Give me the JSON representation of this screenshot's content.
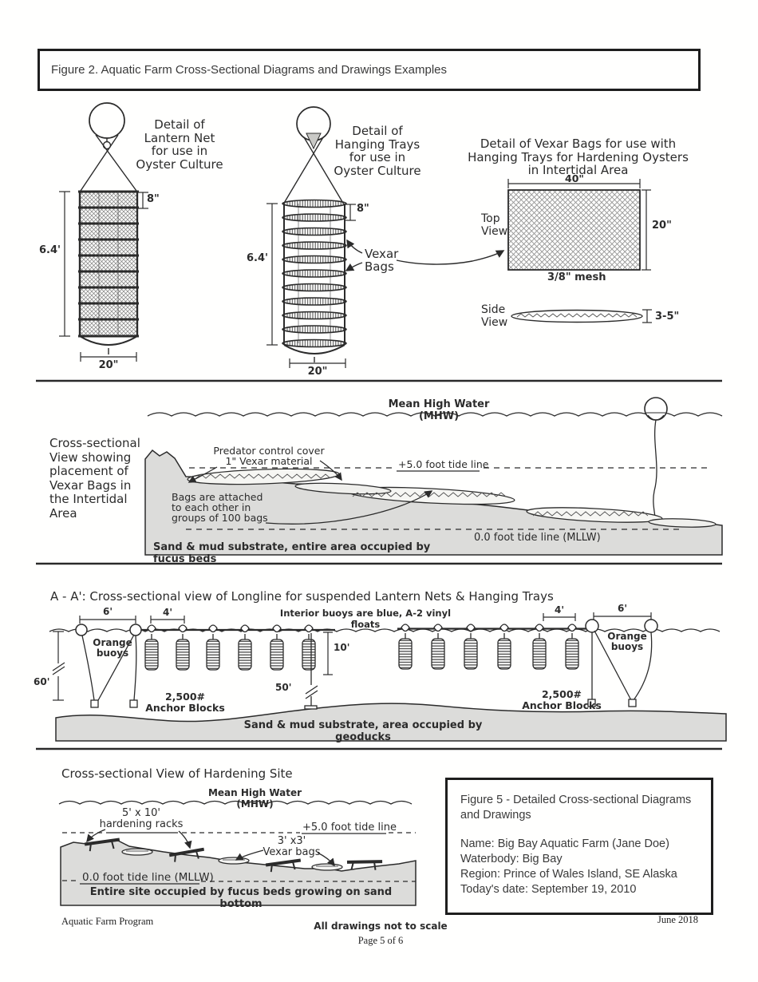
{
  "title_bar": {
    "text": "Figure 2. Aquatic Farm Cross-Sectional Diagrams and Drawings Examples"
  },
  "section1": {
    "lantern": {
      "caption": "Detail of\nLantern Net\nfor use in\nOyster Culture",
      "dim_segment": "8\"",
      "dim_height": "6.4'",
      "dim_width": "20\""
    },
    "trays": {
      "caption": "Detail of\nHanging Trays\nfor use in\nOyster Culture",
      "dim_segment": "8\"",
      "dim_height": "6.4'",
      "dim_width": "20\"",
      "vexar_label": "Vexar\nBags"
    },
    "vexar": {
      "caption": "Detail of Vexar Bags for use with\nHanging Trays for Hardening Oysters\nin Intertidal Area",
      "dim_width": "40\"",
      "dim_height": "20\"",
      "top_view_label": "Top\nView",
      "mesh_label": "3/8\" mesh",
      "side_view_label": "Side\nView",
      "side_thickness": "3-5\""
    }
  },
  "intertidal": {
    "mhw": "Mean High Water (MHW)",
    "caption": "Cross-sectional\nView showing\nplacement of\nVexar Bags in\nthe Intertidal\nArea",
    "predator": "Predator control cover\n1\" Vexar material",
    "tide5": "+5.0 foot tide line",
    "bags_note": "Bags are attached\nto each other in\ngroups of 100 bags",
    "tide0": "0.0 foot tide line (MLLW)",
    "substrate": "Sand & mud substrate, entire area occupied by fucus beds"
  },
  "longline": {
    "title": "A - A': Cross-sectional view of Longline for suspended Lantern Nets & Hanging Trays",
    "dim6_left": "6'",
    "dim4_left": "4'",
    "interior_buoys": "Interior buoys are blue, A-2 vinyl floats",
    "dim4_right": "4'",
    "dim6_right": "6'",
    "orange_buoys_left": "Orange\nbuoys",
    "orange_buoys_right": "Orange\nbuoys",
    "dim60": "60'",
    "dim10": "10'",
    "dim50": "50'",
    "anchor_left": "2,500#\nAnchor Blocks",
    "anchor_right": "2,500#\nAnchor Blocks",
    "substrate": "Sand & mud substrate, area occupied by geoducks"
  },
  "hardening": {
    "title": "Cross-sectional View of Hardening Site",
    "mhw": "Mean High Water (MHW)",
    "racks_label": "5' x 10'\nhardening racks",
    "tide5": "+5.0 foot tide line",
    "bags_label": "3' x3'\nVexar bags",
    "tide0": "0.0 foot tide line (MLLW)",
    "substrate": "Entire site occupied by fucus beds growing on sand bottom"
  },
  "figure5": {
    "header": "Figure 5 - Detailed Cross-sectional Diagrams\nand Drawings",
    "name": "Name: Big Bay Aquatic Farm (Jane Doe)",
    "waterbody": "Waterbody: Big Bay",
    "region": "Region: Prince of Wales Island, SE Alaska",
    "date": "Today's date: September 19, 2010"
  },
  "footer": {
    "program": "Aquatic Farm Program",
    "note": "All drawings not to scale",
    "page": "Page 5 of 6",
    "date": "June 2018"
  },
  "colors": {
    "ink": "#2b2b2b",
    "substrate_fill": "#dcdcda"
  }
}
